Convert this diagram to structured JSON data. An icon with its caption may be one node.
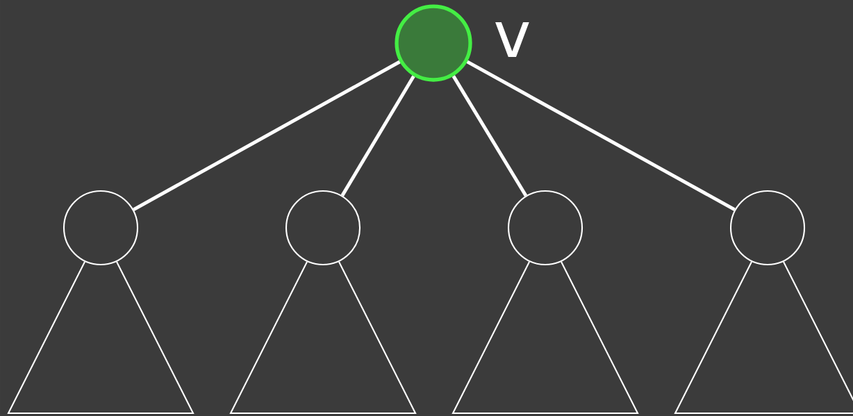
{
  "diagram": {
    "nodes": [
      {
        "text": [],
        "shape": "circle",
        "beside": [
          "v"
        ]
      },
      {
        "text": [],
        "shape": "circle"
      },
      {
        "text": [],
        "shape": "circle"
      },
      {
        "text": [],
        "shape": "circle"
      },
      {
        "text": [],
        "shape": "circle"
      }
    ],
    "edges": [
      {
        "from": 0,
        "to": 1,
        "arrow": "none"
      },
      {
        "from": 0,
        "to": 2,
        "arrow": "none"
      },
      {
        "from": 0,
        "to": 3,
        "arrow": "none"
      },
      {
        "from": 0,
        "to": 4,
        "arrow": "none"
      }
    ]
  }
}
